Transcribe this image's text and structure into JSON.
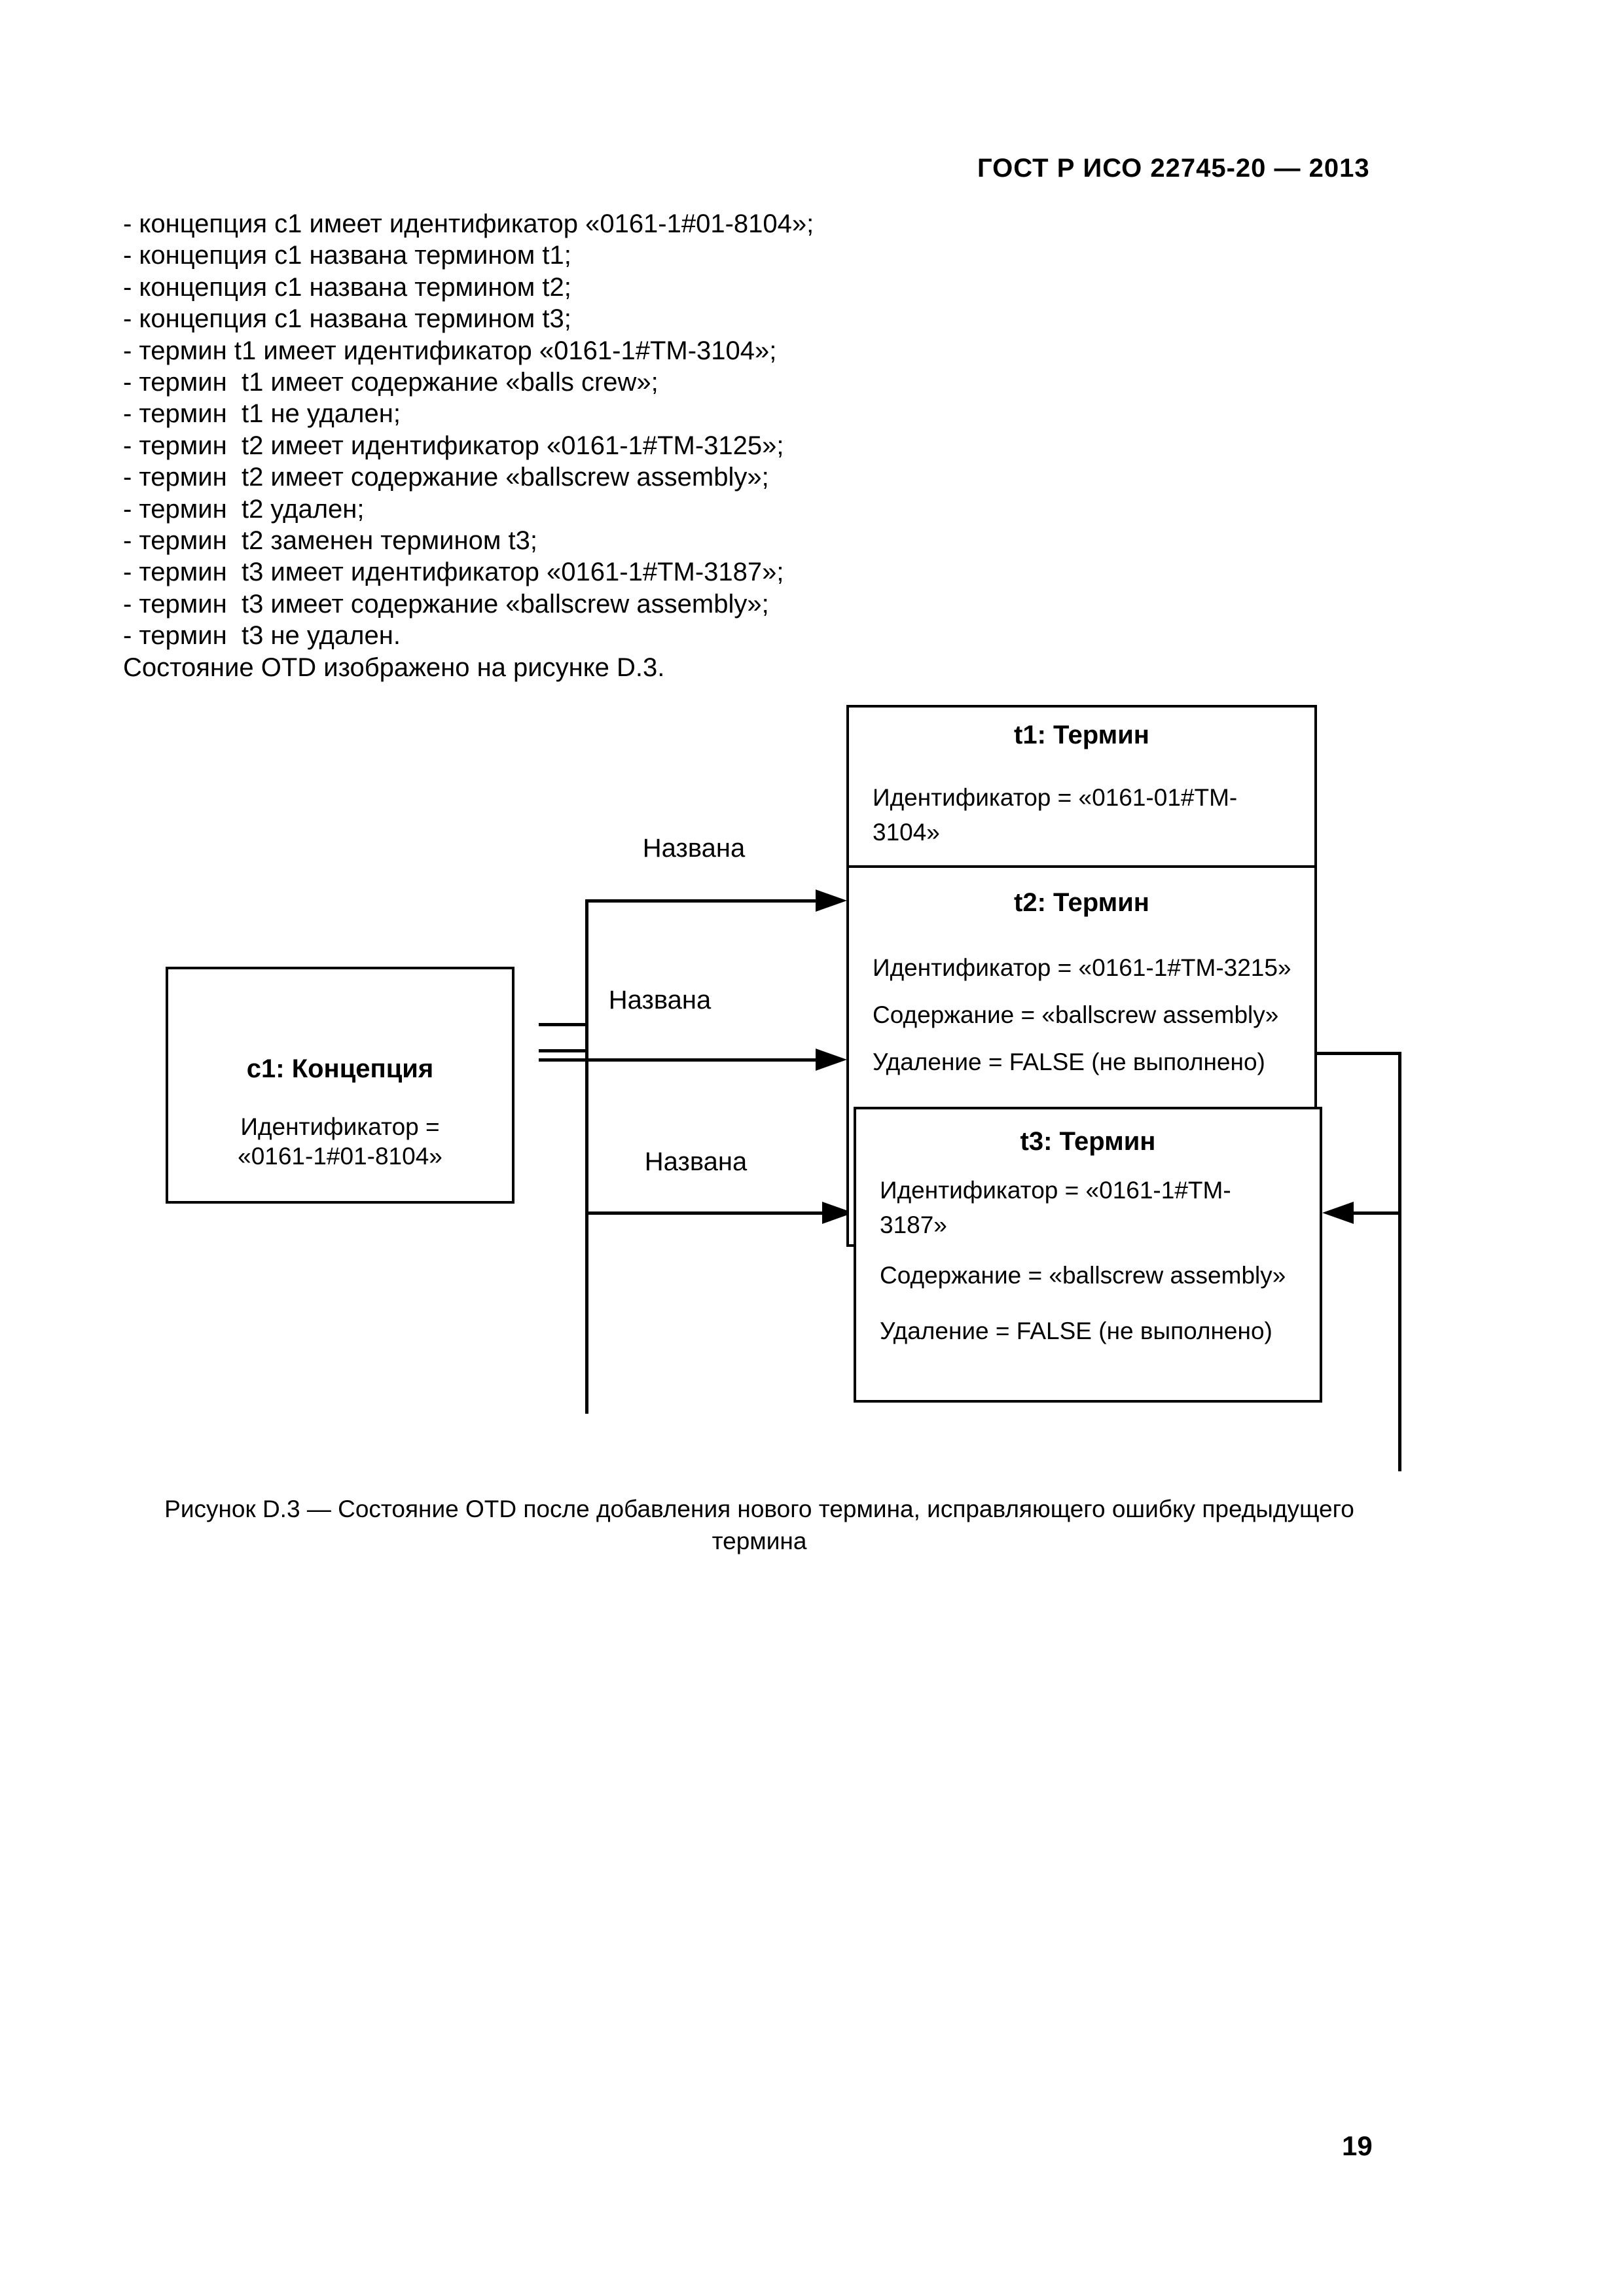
{
  "header": {
    "title": "ГОСТ Р ИСО 22745-20 — 2013"
  },
  "intro_lines": [
    "- концепция c1 имеет идентификатор «0161-1#01-8104»;",
    "- концепция c1 названа термином t1;",
    "- концепция c1 названа термином t2;",
    "- концепция c1 названа термином t3;",
    "- термин t1 имеет идентификатор «0161-1#TM-3104»;",
    "- термин  t1 имеет содержание «balls crew»;",
    "- термин  t1 не удален;",
    "- термин  t2 имеет идентификатор «0161-1#TM-3125»;",
    "- термин  t2 имеет содержание «ballscrew assembly»;",
    "- термин  t2 удален;",
    "- термин  t2 заменен термином t3;",
    "- термин  t3 имеет идентификатор «0161-1#TM-3187»;",
    "- термин  t3 имеет содержание «ballscrew assembly»;",
    "- термин  t3 не удален.",
    "Состояние OTD изображено на рисунке D.3."
  ],
  "diagram": {
    "concept": {
      "title": "c1: Концепция",
      "id_line1": "Идентификатор =",
      "id_line2": "«0161-1#01-8104»"
    },
    "term1": {
      "title": "t1: Термин",
      "id_line1": "Идентификатор = «0161-01#TM-",
      "id_line2": "3104»"
    },
    "term2": {
      "title": "t2: Термин",
      "identifier": "Идентификатор = «0161-1#TM-3215»",
      "content": "Содержание = «ballscrew assembly»",
      "deletion": "Удаление = FALSE (не выполнено)"
    },
    "term3": {
      "title": "t3: Термин",
      "id_line1": "Идентификатор = «0161-1#TM-",
      "id_line2": "3187»",
      "content": "Содержание = «ballscrew assembly»",
      "deletion": "Удаление = FALSE (не выполнено)"
    },
    "edge_labels": [
      "Названа",
      "Названа",
      "Названа"
    ]
  },
  "caption": {
    "line1": "Рисунок D.3 — Состояние OTD после добавления нового термина, исправляющего ошибку предыдущего",
    "line2": "термина"
  },
  "footer": {
    "page_number": "19"
  }
}
